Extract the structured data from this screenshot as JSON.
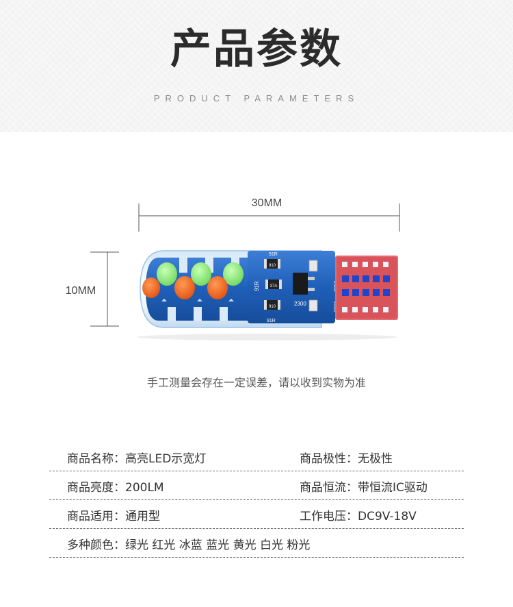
{
  "header": {
    "title": "产品参数",
    "subtitle": "PRODUCT PARAMETERS"
  },
  "dimensions": {
    "width_label": "30MM",
    "height_label": "10MM"
  },
  "board_marks": {
    "resistor_top": "91R",
    "resistor_side": "91R",
    "resistor_bottom": "91R",
    "chip_1": "910",
    "chip_2": "37A",
    "chip_3": "910",
    "diode": "2300",
    "vertical_1": "2300",
    "vertical_2": "2300"
  },
  "note": "手工测量会存在一定误差，请以收到实物为准",
  "specs": [
    {
      "left": "商品名称：高亮LED示宽灯",
      "right": "商品极性：无极性"
    },
    {
      "left": "商品亮度：200LM",
      "right": "商品恒流：带恒流IC驱动"
    },
    {
      "left": "商品适用：通用型",
      "right": "工作电压：DC9V-18V"
    },
    {
      "left": "多种颜色：绿光 红光 冰蓝 蓝光 黄光 白光 粉光",
      "right": ""
    }
  ],
  "colors": {
    "pcb_blue": "#1f5fb8",
    "led_green": "#8fea7a",
    "led_orange": "#f06a1f",
    "connector_red": "#d9535a",
    "pad_blue": "#2244c8"
  }
}
